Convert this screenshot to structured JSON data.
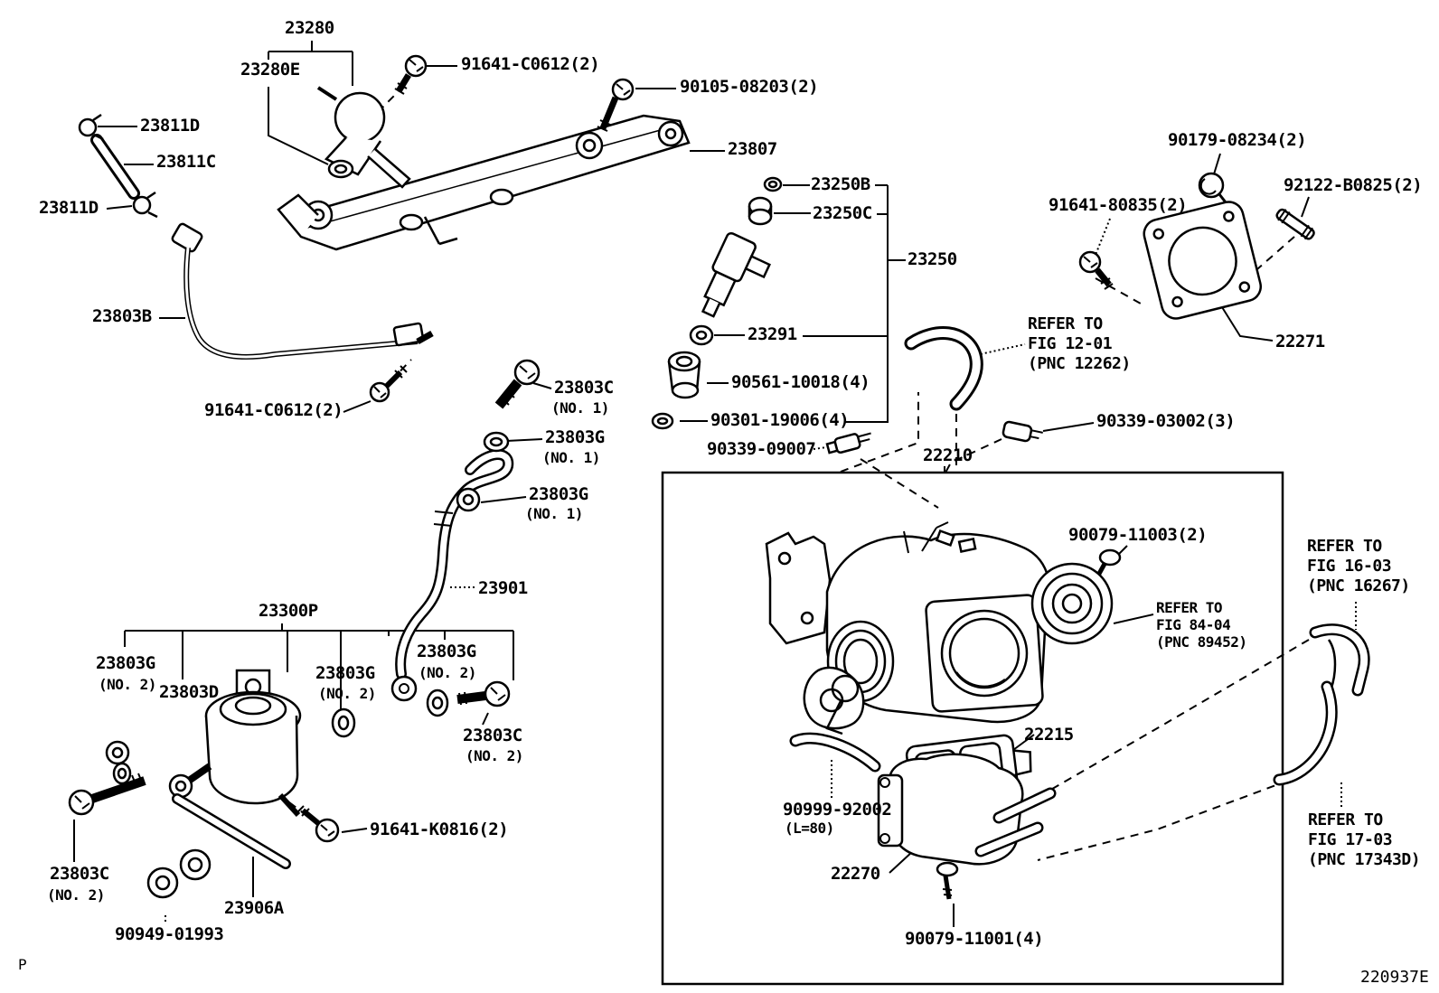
{
  "diagram": {
    "code": "220937E",
    "page_marker": "P",
    "colors": {
      "ink": "#000000",
      "background": "#ffffff"
    },
    "part_numbers": {
      "p23280": "23280",
      "p23280e": "23280E",
      "p91641_c0612": "91641-C0612(2)",
      "p90105_08203": "90105-08203(2)",
      "p23811d": "23811D",
      "p23811c": "23811C",
      "p23807": "23807",
      "p23250b": "23250B",
      "p23250c": "23250C",
      "p23250": "23250",
      "p90179_08234": "90179-08234(2)",
      "p91641_80835": "91641-80835(2)",
      "p92122_b0825": "92122-B0825(2)",
      "p23803b": "23803B",
      "p23291": "23291",
      "p90561_10018": "90561-10018(4)",
      "p22271": "22271",
      "p23803c": "23803C",
      "p23803g": "23803G",
      "p23803d": "23803D",
      "p90301_19006": "90301-19006(4)",
      "p90339_09007": "90339-09007",
      "p22210": "22210",
      "p90339_03002": "90339-03002(3)",
      "p90079_11003": "90079-11003(2)",
      "p23901": "23901",
      "p23300p": "23300P",
      "p22215": "22215",
      "p90999_92002": "90999-92002",
      "l80": "(L=80)",
      "p91641_k0816": "91641-K0816(2)",
      "p22270": "22270",
      "p23906a": "23906A",
      "p90949_01993": "90949-01993",
      "p90079_11001": "90079-11001(4)",
      "no1": "(NO. 1)",
      "no2": "(NO. 2)"
    },
    "refer_notes": {
      "fig_12_01": {
        "line1": "REFER TO",
        "line2": "FIG 12-01",
        "line3": "(PNC 12262)"
      },
      "fig_84_04": {
        "line1": "REFER TO",
        "line2": "FIG 84-04",
        "line3": "(PNC 89452)"
      },
      "fig_16_03": {
        "line1": "REFER TO",
        "line2": "FIG 16-03",
        "line3": "(PNC 16267)"
      },
      "fig_17_03": {
        "line1": "REFER TO",
        "line2": "FIG 17-03",
        "line3": "(PNC 17343D)"
      }
    }
  }
}
